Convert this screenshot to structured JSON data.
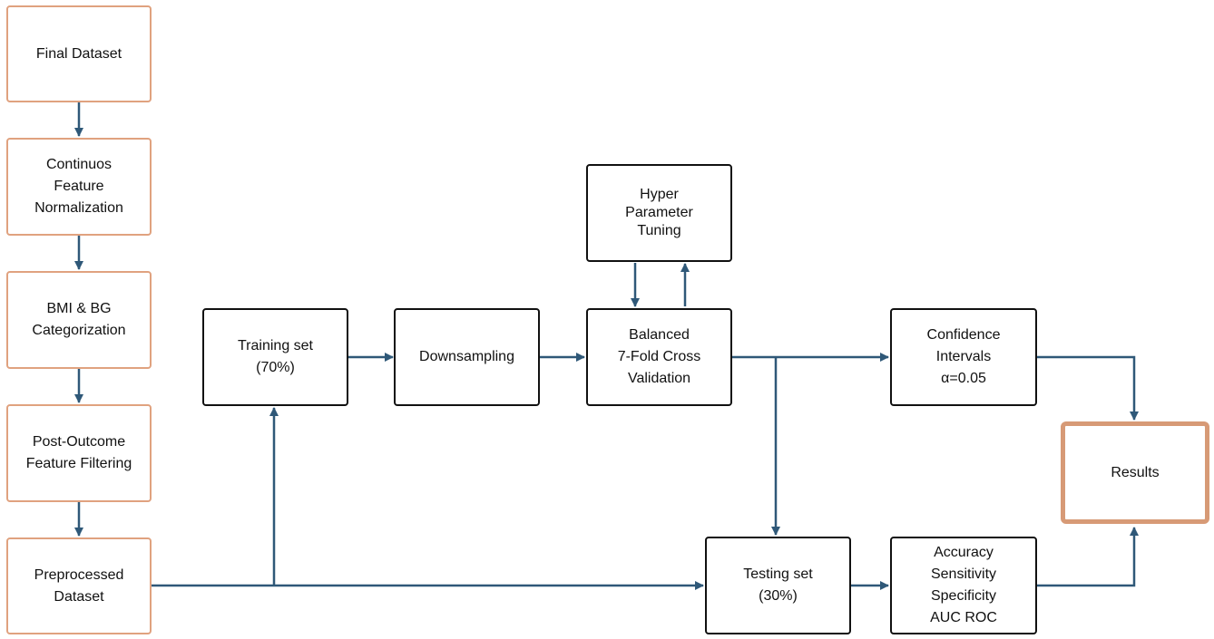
{
  "colors": {
    "arrow": "#2f5878",
    "preprocessing_border": "#e0a27f",
    "process_border": "#111111",
    "results_border": "#d79a76"
  },
  "nodes": {
    "final_dataset": {
      "lines": [
        "Final Dataset"
      ]
    },
    "normalization": {
      "lines": [
        "Continuos",
        "Feature",
        "Normalization"
      ]
    },
    "categorization": {
      "lines": [
        "BMI & BG",
        "Categorization"
      ]
    },
    "filtering": {
      "lines": [
        "Post-Outcome",
        "Feature Filtering"
      ]
    },
    "preprocessed": {
      "lines": [
        "Preprocessed",
        "Dataset"
      ]
    },
    "training": {
      "lines": [
        "Training set",
        "(70%)"
      ]
    },
    "downsampling": {
      "lines": [
        "Downsampling"
      ]
    },
    "hyper": {
      "lines": [
        "Hyper",
        "Parameter",
        "Tuning"
      ]
    },
    "cross_validation": {
      "lines": [
        "Balanced",
        "7-Fold Cross",
        "Validation"
      ]
    },
    "confidence": {
      "lines": [
        "Confidence",
        "Intervals",
        "α=0.05"
      ]
    },
    "results": {
      "lines": [
        "Results"
      ]
    },
    "testing": {
      "lines": [
        "Testing set",
        "(30%)"
      ]
    },
    "metrics": {
      "lines": [
        "Accuracy",
        "Sensitivity",
        "Specificity",
        "AUC ROC"
      ]
    }
  }
}
